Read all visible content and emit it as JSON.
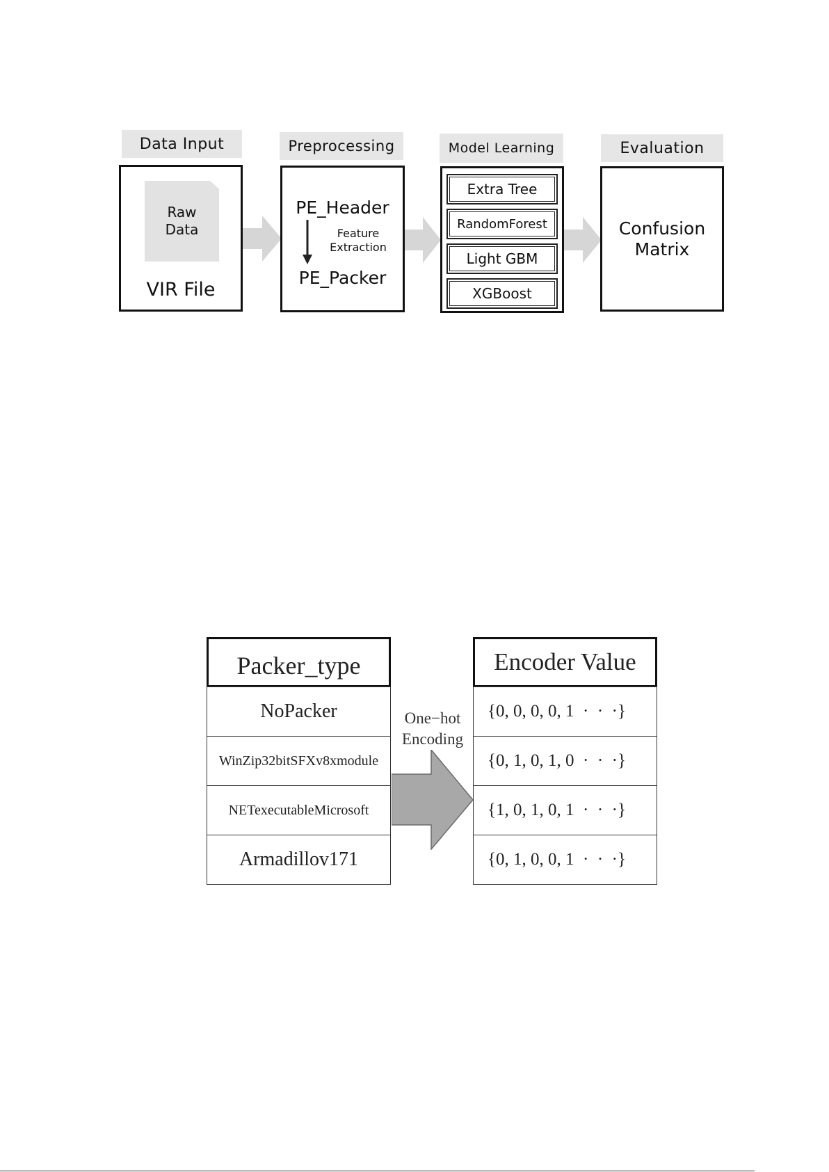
{
  "pipeline": {
    "stages": [
      {
        "title": "Data Input",
        "doc_label": "Raw\nData",
        "footer": "VIR File"
      },
      {
        "title": "Preprocessing",
        "top": "PE_Header",
        "bottom": "PE_Packer",
        "arrow_label": "Feature\nExtraction"
      },
      {
        "title": "Model Learning",
        "models": [
          "Extra Tree",
          "RandomForest",
          "Light GBM",
          "XGBoost"
        ]
      },
      {
        "title": "Evaluation",
        "result": "Confusion\nMatrix"
      }
    ]
  },
  "encoding": {
    "left_header": "Packer_type",
    "right_header": "Encoder Value",
    "arrow_label": "One−hot\nEncoding",
    "rows": [
      {
        "packer": "NoPacker",
        "value": "{0, 0, 0, 0, 1  ·  ·  ·}"
      },
      {
        "packer": "WinZip32bitSFXv8xmodule",
        "value": "{0, 1, 0, 1, 0  ·  ·  ·}"
      },
      {
        "packer": "NETexecutableMicrosoft",
        "value": "{1, 0, 1, 0, 1  ·  ·  ·}"
      },
      {
        "packer": "Armadillov171",
        "value": "{0, 1, 0, 0, 1  ·  ·  ·}"
      }
    ]
  },
  "colors": {
    "arrow_light": "#d6d6d6",
    "arrow_dark": "#a8a8a8",
    "title_bg": "#e6e6e6"
  }
}
